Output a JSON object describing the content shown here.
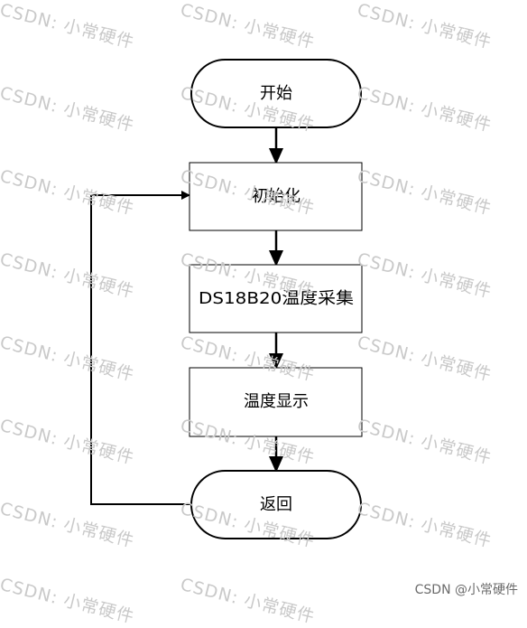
{
  "diagram": {
    "nodes": [
      {
        "id": "start",
        "shape": "terminal",
        "label": "开始"
      },
      {
        "id": "init",
        "shape": "process",
        "label": "初始化"
      },
      {
        "id": "collect",
        "shape": "process",
        "label": "DS18B20温度采集"
      },
      {
        "id": "display",
        "shape": "process",
        "label": "温度显示"
      },
      {
        "id": "return",
        "shape": "terminal",
        "label": "返回"
      }
    ],
    "edges": [
      {
        "from": "start",
        "to": "init"
      },
      {
        "from": "init",
        "to": "collect"
      },
      {
        "from": "collect",
        "to": "display"
      },
      {
        "from": "display",
        "to": "return"
      },
      {
        "from": "return",
        "to": "init",
        "route": "loop-left"
      }
    ]
  },
  "watermark": {
    "text": "CSDN: 小常硬件",
    "credit": "CSDN @小常硬件"
  },
  "colors": {
    "stroke": "#000000",
    "node_fill": "#ffffff",
    "watermark": "#c9c9c9"
  }
}
